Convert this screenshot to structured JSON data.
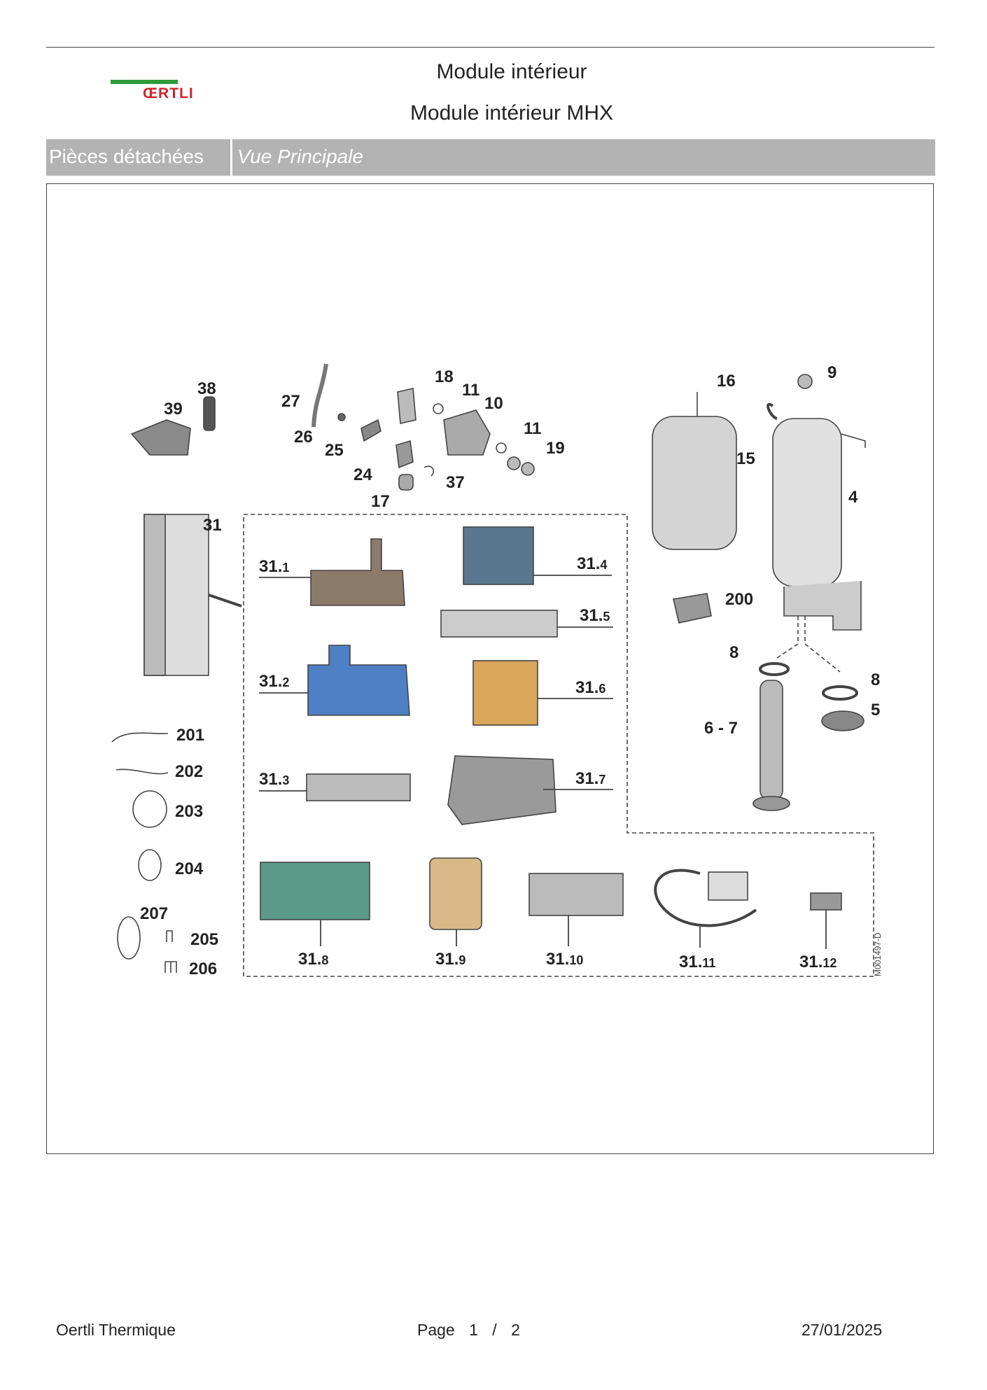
{
  "logo": {
    "text": "ŒRTLI",
    "bar_color": "#2e9a3a",
    "text_color": "#d2232a"
  },
  "header": {
    "title": "Module intérieur",
    "subtitle": "Module intérieur MHX"
  },
  "tabs": {
    "section": "Pièces détachées",
    "view": "Vue Principale"
  },
  "diagram": {
    "reference": "M001497-D",
    "part_labels": [
      "38",
      "39",
      "27",
      "26",
      "25",
      "24",
      "17",
      "18",
      "11",
      "10",
      "11",
      "19",
      "37",
      "16",
      "9",
      "15",
      "4",
      "31",
      "200",
      "8",
      "8",
      "5",
      "6 - 7",
      "201",
      "202",
      "203",
      "204",
      "207",
      "205",
      "206"
    ],
    "sub_labels": [
      {
        "base": "31.",
        "sub": "1"
      },
      {
        "base": "31.",
        "sub": "2"
      },
      {
        "base": "31.",
        "sub": "3"
      },
      {
        "base": "31.",
        "sub": "4"
      },
      {
        "base": "31.",
        "sub": "5"
      },
      {
        "base": "31.",
        "sub": "6"
      },
      {
        "base": "31.",
        "sub": "7"
      },
      {
        "base": "31.",
        "sub": "8"
      },
      {
        "base": "31.",
        "sub": "9"
      },
      {
        "base": "31.",
        "sub": "10"
      },
      {
        "base": "31.",
        "sub": "11"
      },
      {
        "base": "31.",
        "sub": "12"
      }
    ]
  },
  "footer": {
    "company": "Oertli Thermique",
    "page_label": "Page",
    "page_current": "1",
    "page_sep": "/",
    "page_total": "2",
    "date": "27/01/2025"
  }
}
